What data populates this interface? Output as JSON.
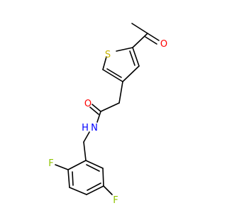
{
  "molecule": {
    "atoms": {
      "S": {
        "symbol": "S",
        "color": "#c8b400"
      },
      "O1": {
        "symbol": "O",
        "color": "#ff0000"
      },
      "O2": {
        "symbol": "O",
        "color": "#ff0000"
      },
      "N": {
        "symbol": "N",
        "color": "#0000ff"
      },
      "H": {
        "symbol": "H",
        "color": "#0000ff"
      },
      "F1": {
        "symbol": "F",
        "color": "#8fc400"
      },
      "F2": {
        "symbol": "F",
        "color": "#8fc400"
      }
    },
    "bond_color": "#000000"
  }
}
